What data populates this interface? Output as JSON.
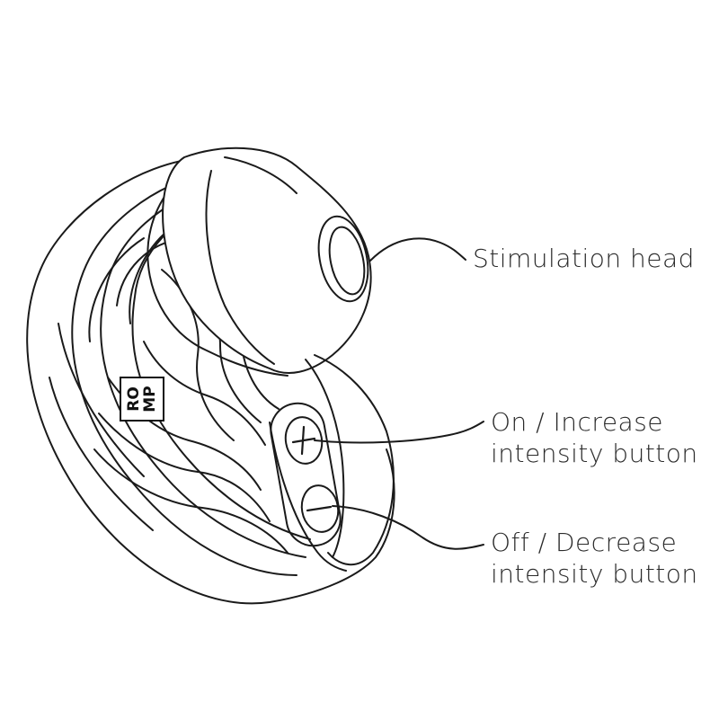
{
  "brand": {
    "logo_line1": "RO",
    "logo_line2": "MP"
  },
  "labels": {
    "stimulation_head": "Stimulation head",
    "on_button_line1": "On / Increase",
    "on_button_line2": "intensity button",
    "off_button_line1": "Off / Decrease",
    "off_button_line2": "intensity button"
  },
  "button_symbols": {
    "plus": "+",
    "minus": "−"
  },
  "colors": {
    "ink": "#1a1a1a",
    "label_text": "#2b2b2b",
    "background": "#ffffff"
  }
}
